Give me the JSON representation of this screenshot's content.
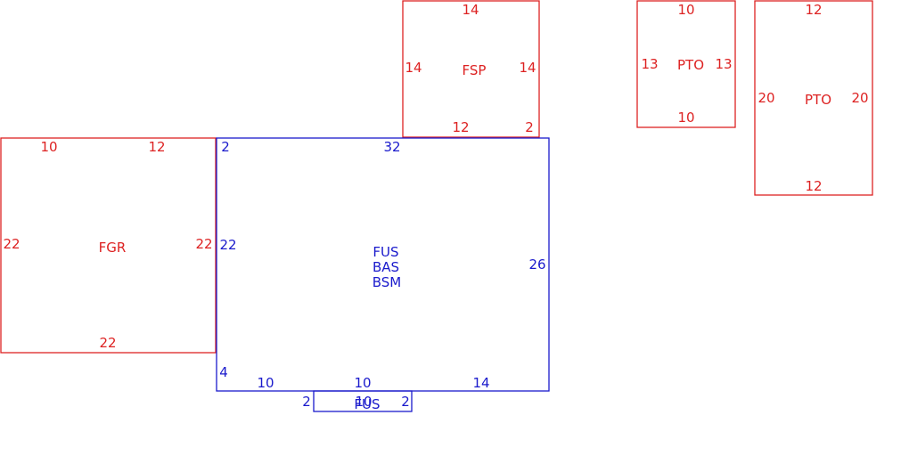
{
  "colors": {
    "red": "#dd2222",
    "blue": "#1a1acc",
    "background": "#ffffff"
  },
  "fsp": {
    "label": "FSP",
    "top": "14",
    "left": "14",
    "right": "14",
    "bottom_left": "12",
    "bottom_right": "2"
  },
  "pto_small": {
    "label": "PTO",
    "top": "10",
    "left": "13",
    "right": "13",
    "bottom": "10"
  },
  "pto_large": {
    "label": "PTO",
    "top": "12",
    "left": "20",
    "right": "20",
    "bottom": "12"
  },
  "fgr": {
    "label": "FGR",
    "top_left": "10",
    "top_right": "12",
    "left": "22",
    "right": "22",
    "bottom": "22"
  },
  "main": {
    "label_line1": "FUS",
    "label_line2": "BAS",
    "label_line3": "BSM",
    "top_left": "2",
    "top": "32",
    "left": "22",
    "right": "26",
    "lower_left": "4",
    "bottom_1": "10",
    "bottom_2": "10",
    "bottom_3": "14"
  },
  "fus_small": {
    "label": "FUS",
    "top": "10",
    "left": "2",
    "right": "2"
  }
}
